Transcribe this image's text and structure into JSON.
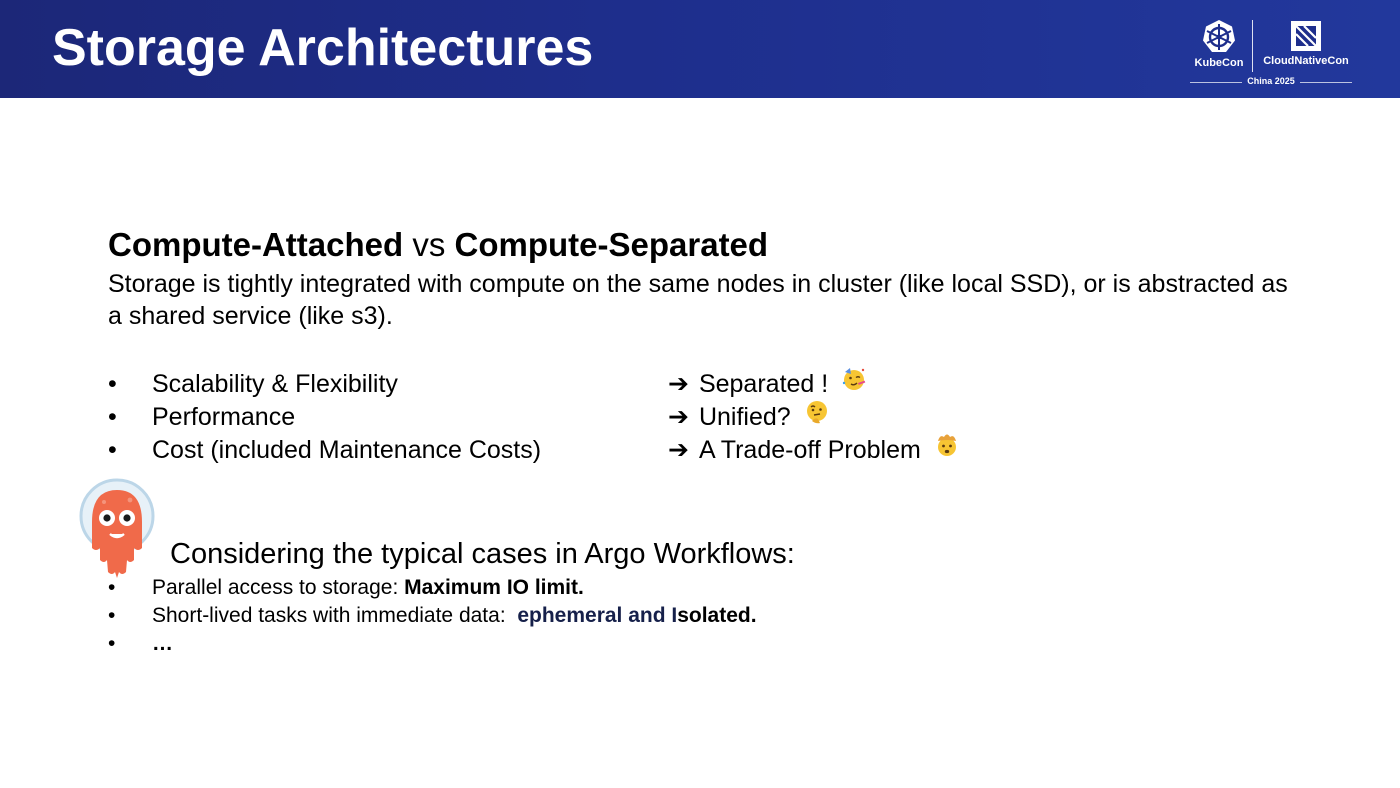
{
  "header": {
    "title": "Storage Architectures",
    "logo": {
      "kubecon": "KubeCon",
      "cloudnativecon": "CloudNativeCon",
      "event": "China 2025"
    }
  },
  "section": {
    "heading_part1": "Compute-Attached",
    "heading_vs": " vs ",
    "heading_part2": "Compute-Separated",
    "intro": "Storage is tightly integrated with compute on the same nodes in cluster (like local SSD), or is abstracted as a shared service (like s3)."
  },
  "comparison": [
    {
      "bullet": "•",
      "left": "Scalability & Flexibility",
      "arrow": "➔",
      "right": "Separated !",
      "emoji": "party-face-icon"
    },
    {
      "bullet": "•",
      "left": "Performance",
      "arrow": "➔",
      "right": "Unified?",
      "emoji": "thinking-face-icon"
    },
    {
      "bullet": "•",
      "left": "Cost (included Maintenance Costs)",
      "arrow": "➔",
      "right": "A Trade-off Problem",
      "emoji": "exploding-head-icon"
    }
  ],
  "cases": {
    "title": "Considering the typical cases in Argo Workflows:",
    "items": [
      {
        "bullet": "•",
        "prefix": "Parallel access to storage: ",
        "bold": "Maximum IO limit."
      },
      {
        "bullet": "•",
        "prefix": "Short-lived tasks with immediate data:  ",
        "navy": "ephemeral and I",
        "bold": "solated."
      },
      {
        "bullet": "•",
        "prefix": "",
        "bold": "…"
      }
    ]
  },
  "colors": {
    "header_bg": "#1e2e8c",
    "title_text": "#ffffff",
    "body_text": "#000000",
    "emphasis_navy": "#16204a",
    "mascot_orange": "#f06a4a"
  }
}
